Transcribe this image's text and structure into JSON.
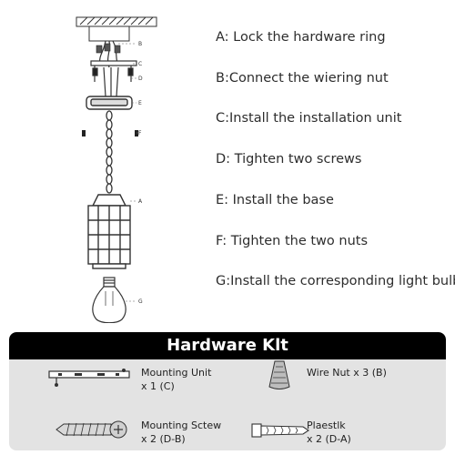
{
  "callout_letters": [
    "B",
    "C",
    "D",
    "E",
    "F",
    "A",
    "G"
  ],
  "steps": [
    "A: Lock the hardware ring",
    "B:Connect the wiering nut",
    "C:Install the installation unit",
    "D: Tighten two screws",
    "E: Install the base",
    "F: Tighten the two nuts",
    "G:Install the corresponding light bulb"
  ],
  "hardware": {
    "title": "Hardware Klt",
    "items": [
      {
        "name": "Mounting Unit",
        "qty": "x 1 (C)"
      },
      {
        "name": "Wire Nut x 3 (B)",
        "qty": ""
      },
      {
        "name": "Mounting Sctew",
        "qty": "x 2 (D-B)"
      },
      {
        "name": "Plaestlk",
        "qty": "x 2 (D-A)"
      }
    ]
  },
  "colors": {
    "header": "#000000",
    "panel": "#e3e3e3",
    "text": "#2d2d2d",
    "line": "#333333"
  }
}
